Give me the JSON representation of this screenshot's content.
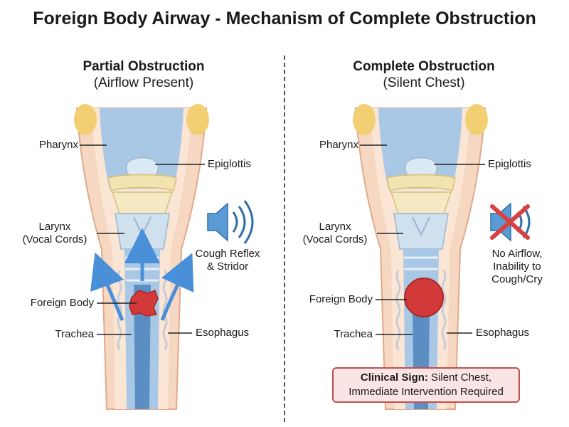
{
  "title": "Foreign Body Airway - Mechanism of Complete Obstruction",
  "left": {
    "title": "Partial Obstruction",
    "subtitle": "(Airflow Present)",
    "labels": {
      "pharynx": "Pharynx",
      "epiglottis": "Epiglottis",
      "larynx_line1": "Larynx",
      "larynx_line2": "(Vocal Cords)",
      "foreign_body": "Foreign Body",
      "trachea": "Trachea",
      "esophagus": "Esophagus",
      "sound_line1": "Cough Reflex",
      "sound_line2": "& Stridor"
    }
  },
  "right": {
    "title": "Complete Obstruction",
    "subtitle": "(Silent Chest)",
    "labels": {
      "pharynx": "Pharynx",
      "epiglottis": "Epiglottis",
      "larynx_line1": "Larynx",
      "larynx_line2": "(Vocal Cords)",
      "foreign_body": "Foreign Body",
      "trachea": "Trachea",
      "esophagus": "Esophagus",
      "sound_line1": "No Airflow,",
      "sound_line2": "Inability to",
      "sound_line3": "Cough/Cry"
    }
  },
  "clinical_sign": {
    "label": "Clinical Sign:",
    "text": " Silent Chest,",
    "line2": "Immediate Intervention Required"
  },
  "colors": {
    "airway_blue": "#a9c8e6",
    "airway_dark": "#5b8fc4",
    "tissue_peach": "#f6d8c2",
    "cartilage": "#f3e3b0",
    "foreign_body": "#d23a3a",
    "arrow_blue": "#4a90d9",
    "alert_red": "#d94040"
  }
}
